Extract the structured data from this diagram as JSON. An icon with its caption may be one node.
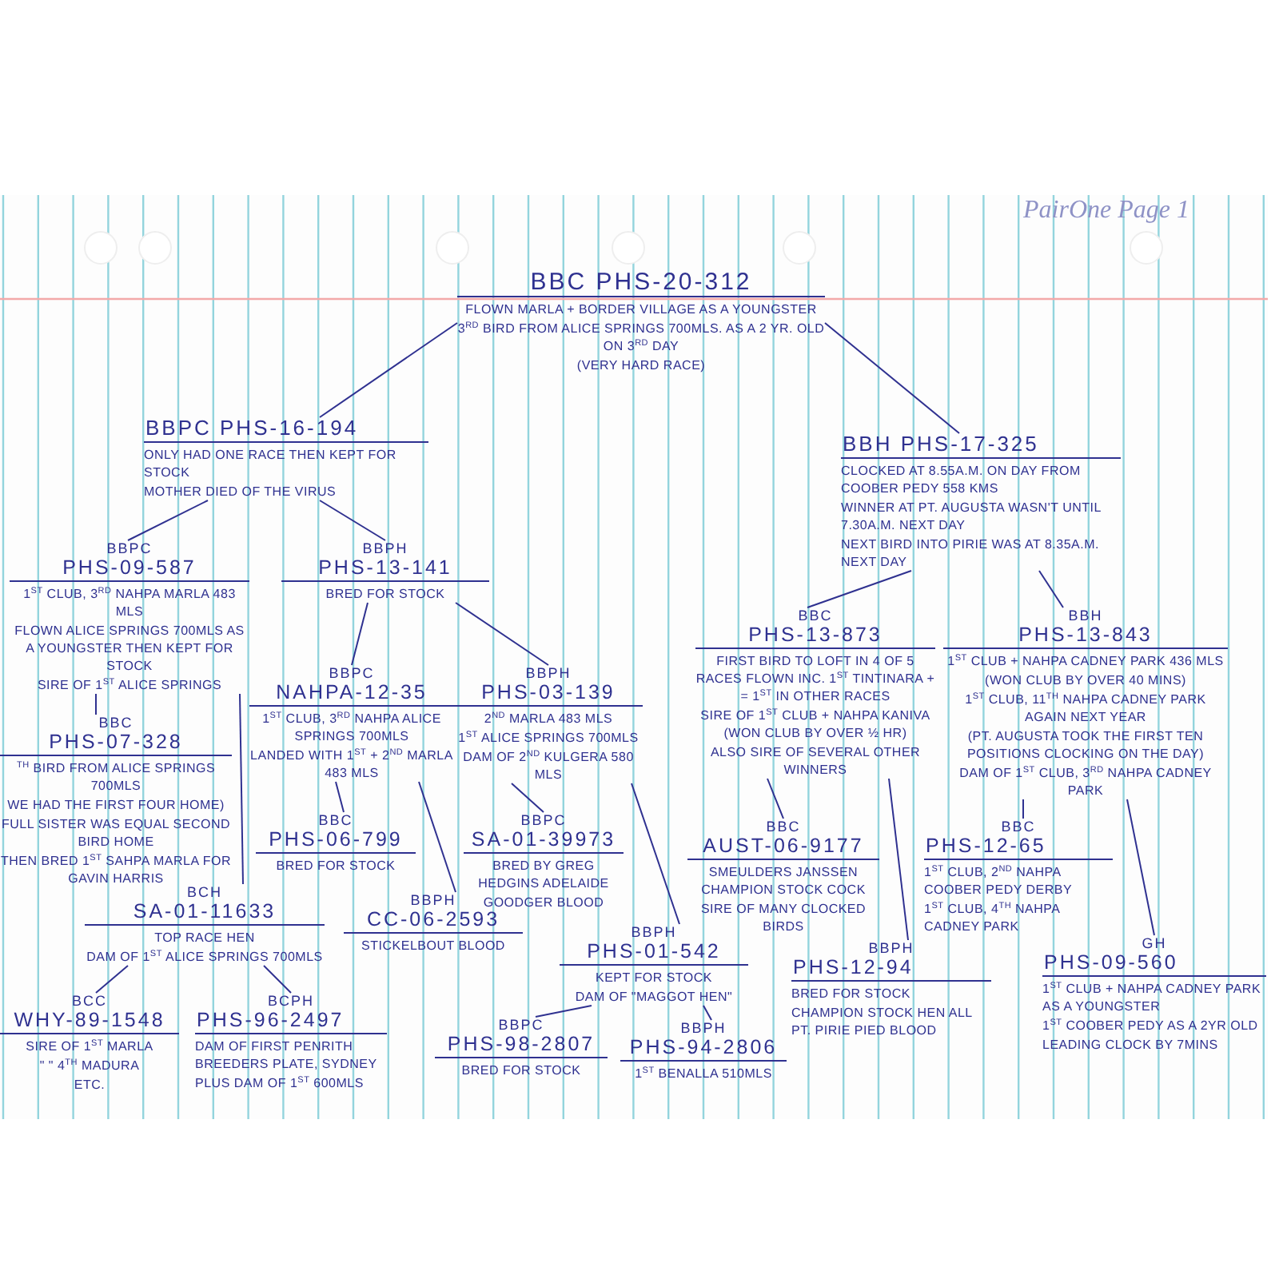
{
  "diagram": {
    "nodes": [
      {
        "text": [
          "BBC PHS-20-312",
          "FLOWN MARLA + BORDER VILLAGE AS A YOUNGSTER",
          "3$^{RD}$ BIRD FROM ALICE SPRINGS 700MLS. AS A 2 YR. OLD ON 3$^{RD}$ DAY",
          "(VERY HARD RACE)"
        ]
      },
      {
        "text": [
          "BBPC PHS-16-194",
          "ONLY HAD ONE RACE THEN KEPT FOR STOCK",
          "MOTHER DIED OF THE VIRUS"
        ]
      },
      {
        "text": [
          "BBH PHS-17-325",
          "CLOCKED AT 8.55A.M. ON DAY FROM COOBER PEDY 558 KMS",
          "WINNER AT PT. AUGUSTA WASN'T UNTIL 7.30A.M. NEXT DAY",
          "NEXT BIRD INTO PIRIE WAS AT 8.35A.M. NEXT DAY"
        ]
      },
      {
        "text": [
          "BBPC",
          "PHS-09-587",
          "1$^{ST}$ CLUB, 3$^{RD}$ NAHPA MARLA 483 MLS",
          "FLOWN ALICE SPRINGS 700MLS AS A YOUNGSTER THEN KEPT FOR STOCK",
          "SIRE OF 1$^{ST}$ ALICE SPRINGS"
        ]
      },
      {
        "text": [
          "BBPH",
          "PHS-13-141",
          "BRED FOR STOCK"
        ]
      },
      {
        "text": [
          "BBC",
          "PHS-07-328",
          "$^{TH}$ BIRD FROM ALICE SPRINGS 700MLS",
          "WE HAD THE FIRST FOUR HOME)",
          "FULL SISTER WAS EQUAL SECOND BIRD HOME",
          "THEN BRED 1$^{ST}$ SAHPA MARLA FOR GAVIN HARRIS"
        ]
      },
      {
        "text": [
          "BCH",
          "SA-01-11633",
          "TOP RACE HEN",
          "DAM OF 1$^{ST}$ ALICE SPRINGS 700MLS"
        ]
      },
      {
        "text": [
          "BCC",
          "WHY-89-1548",
          "SIRE OF 1$^{ST}$ MARLA",
          "\" \" 4$^{TH}$ MADURA",
          "ETC."
        ]
      },
      {
        "text": [
          "BCPH",
          "PHS-96-2497",
          "DAM OF FIRST PENRITH BREEDERS PLATE, SYDNEY",
          "PLUS DAM OF 1$^{ST}$ 600MLS"
        ]
      },
      {
        "text": [
          "BBPC",
          "NAHPA-12-35",
          "1$^{ST}$ CLUB, 3$^{RD}$ NAHPA ALICE SPRINGS 700MLS",
          "LANDED WITH 1$^{ST}$ + 2$^{ND}$ MARLA 483 MLS"
        ]
      },
      {
        "text": [
          "BBPH",
          "PHS-03-139",
          "2$^{ND}$ MARLA 483 MLS",
          "1$^{ST}$ ALICE SPRINGS 700MLS",
          "DAM OF 2$^{ND}$ KULGERA 580 MLS"
        ]
      },
      {
        "text": [
          "BBC",
          "PHS-06-799",
          "BRED FOR STOCK"
        ]
      },
      {
        "text": [
          "BBPH",
          "CC-06-2593",
          "STICKELBOUT BLOOD"
        ]
      },
      {
        "text": [
          "BBPC",
          "SA-01-39973",
          "BRED BY GREG HEDGINS ADELAIDE",
          "GOODGER BLOOD"
        ]
      },
      {
        "text": [
          "BBPH",
          "PHS-01-542",
          "KEPT FOR STOCK",
          "DAM OF \"MAGGOT HEN\""
        ]
      },
      {
        "text": [
          "BBPC",
          "PHS-98-2807",
          "BRED FOR STOCK"
        ]
      },
      {
        "text": [
          "BBPH",
          "PHS-94-2806",
          "1$^{ST}$ BENALLA 510MLS"
        ]
      },
      {
        "text": [
          "BBC",
          "PHS-13-873",
          "FIRST BIRD TO LOFT IN 4 OF 5 RACES FLOWN INC. 1$^{ST}$ TINTINARA + = 1$^{ST}$ IN OTHER RACES",
          "SIRE OF 1$^{ST}$ CLUB + NAHPA KANIVA (WON CLUB BY OVER ½ HR)",
          "ALSO SIRE OF SEVERAL OTHER WINNERS"
        ]
      },
      {
        "text": [
          "BBH",
          "PHS-13-843",
          "1$^{ST}$ CLUB + NAHPA CADNEY PARK 436 MLS",
          "(WON CLUB BY OVER 40 MINS)",
          "1$^{ST}$ CLUB, 11$^{TH}$ NAHPA CADNEY PARK AGAIN NEXT YEAR",
          "(PT. AUGUSTA TOOK THE FIRST TEN POSITIONS CLOCKING ON THE DAY)",
          "DAM OF 1$^{ST}$ CLUB, 3$^{RD}$ NAHPA CADNEY PARK"
        ]
      },
      {
        "text": [
          "BBC",
          "AUST-06-9177",
          "SMEULDERS JANSSEN CHAMPION STOCK COCK",
          "SIRE OF MANY CLOCKED BIRDS"
        ]
      },
      {
        "text": [
          "BBPH",
          "PHS-12-94",
          "BRED FOR STOCK",
          "CHAMPION STOCK HEN ALL PT. PIRIE PIED BLOOD"
        ]
      },
      {
        "text": [
          "BBC",
          "PHS-12-65",
          "1$^{ST}$ CLUB, 2$^{ND}$ NAHPA COOBER PEDY DERBY",
          "1$^{ST}$ CLUB, 4$^{TH}$ NAHPA CADNEY PARK"
        ]
      },
      {
        "text": [
          "GH",
          "PHS-09-560",
          "1$^{ST}$ CLUB + NAHPA CADNEY PARK AS A YOUNGSTER",
          "1$^{ST}$ COOBER PEDY AS A 2YR OLD",
          "LEADING CLOCK BY 7MINS"
        ]
      }
    ],
    "edges": [
      {
        "from": 0,
        "to": 1,
        "arrow": "none"
      },
      {
        "from": 0,
        "to": 2,
        "arrow": "none"
      },
      {
        "from": 1,
        "to": 3,
        "arrow": "none"
      },
      {
        "from": 1,
        "to": 4,
        "arrow": "none"
      },
      {
        "from": 3,
        "to": 5,
        "arrow": "none"
      },
      {
        "from": 3,
        "to": 6,
        "arrow": "none"
      },
      {
        "from": 6,
        "to": 7,
        "arrow": "none"
      },
      {
        "from": 6,
        "to": 8,
        "arrow": "none"
      },
      {
        "from": 4,
        "to": 9,
        "arrow": "none"
      },
      {
        "from": 4,
        "to": 10,
        "arrow": "none"
      },
      {
        "from": 9,
        "to": 11,
        "arrow": "none"
      },
      {
        "from": 9,
        "to": 12,
        "arrow": "none"
      },
      {
        "from": 10,
        "to": 13,
        "arrow": "none"
      },
      {
        "from": 10,
        "to": 14,
        "arrow": "none"
      },
      {
        "from": 14,
        "to": 15,
        "arrow": "none"
      },
      {
        "from": 14,
        "to": 16,
        "arrow": "none"
      },
      {
        "from": 2,
        "to": 17,
        "arrow": "none"
      },
      {
        "from": 2,
        "to": 18,
        "arrow": "none"
      },
      {
        "from": 17,
        "to": 19,
        "arrow": "none"
      },
      {
        "from": 17,
        "to": 20,
        "arrow": "none"
      },
      {
        "from": 18,
        "to": 21,
        "arrow": "none"
      },
      {
        "from": 18,
        "to": 22,
        "arrow": "none"
      }
    ],
    "labels": [
      "PairOne Page 1"
    ]
  }
}
